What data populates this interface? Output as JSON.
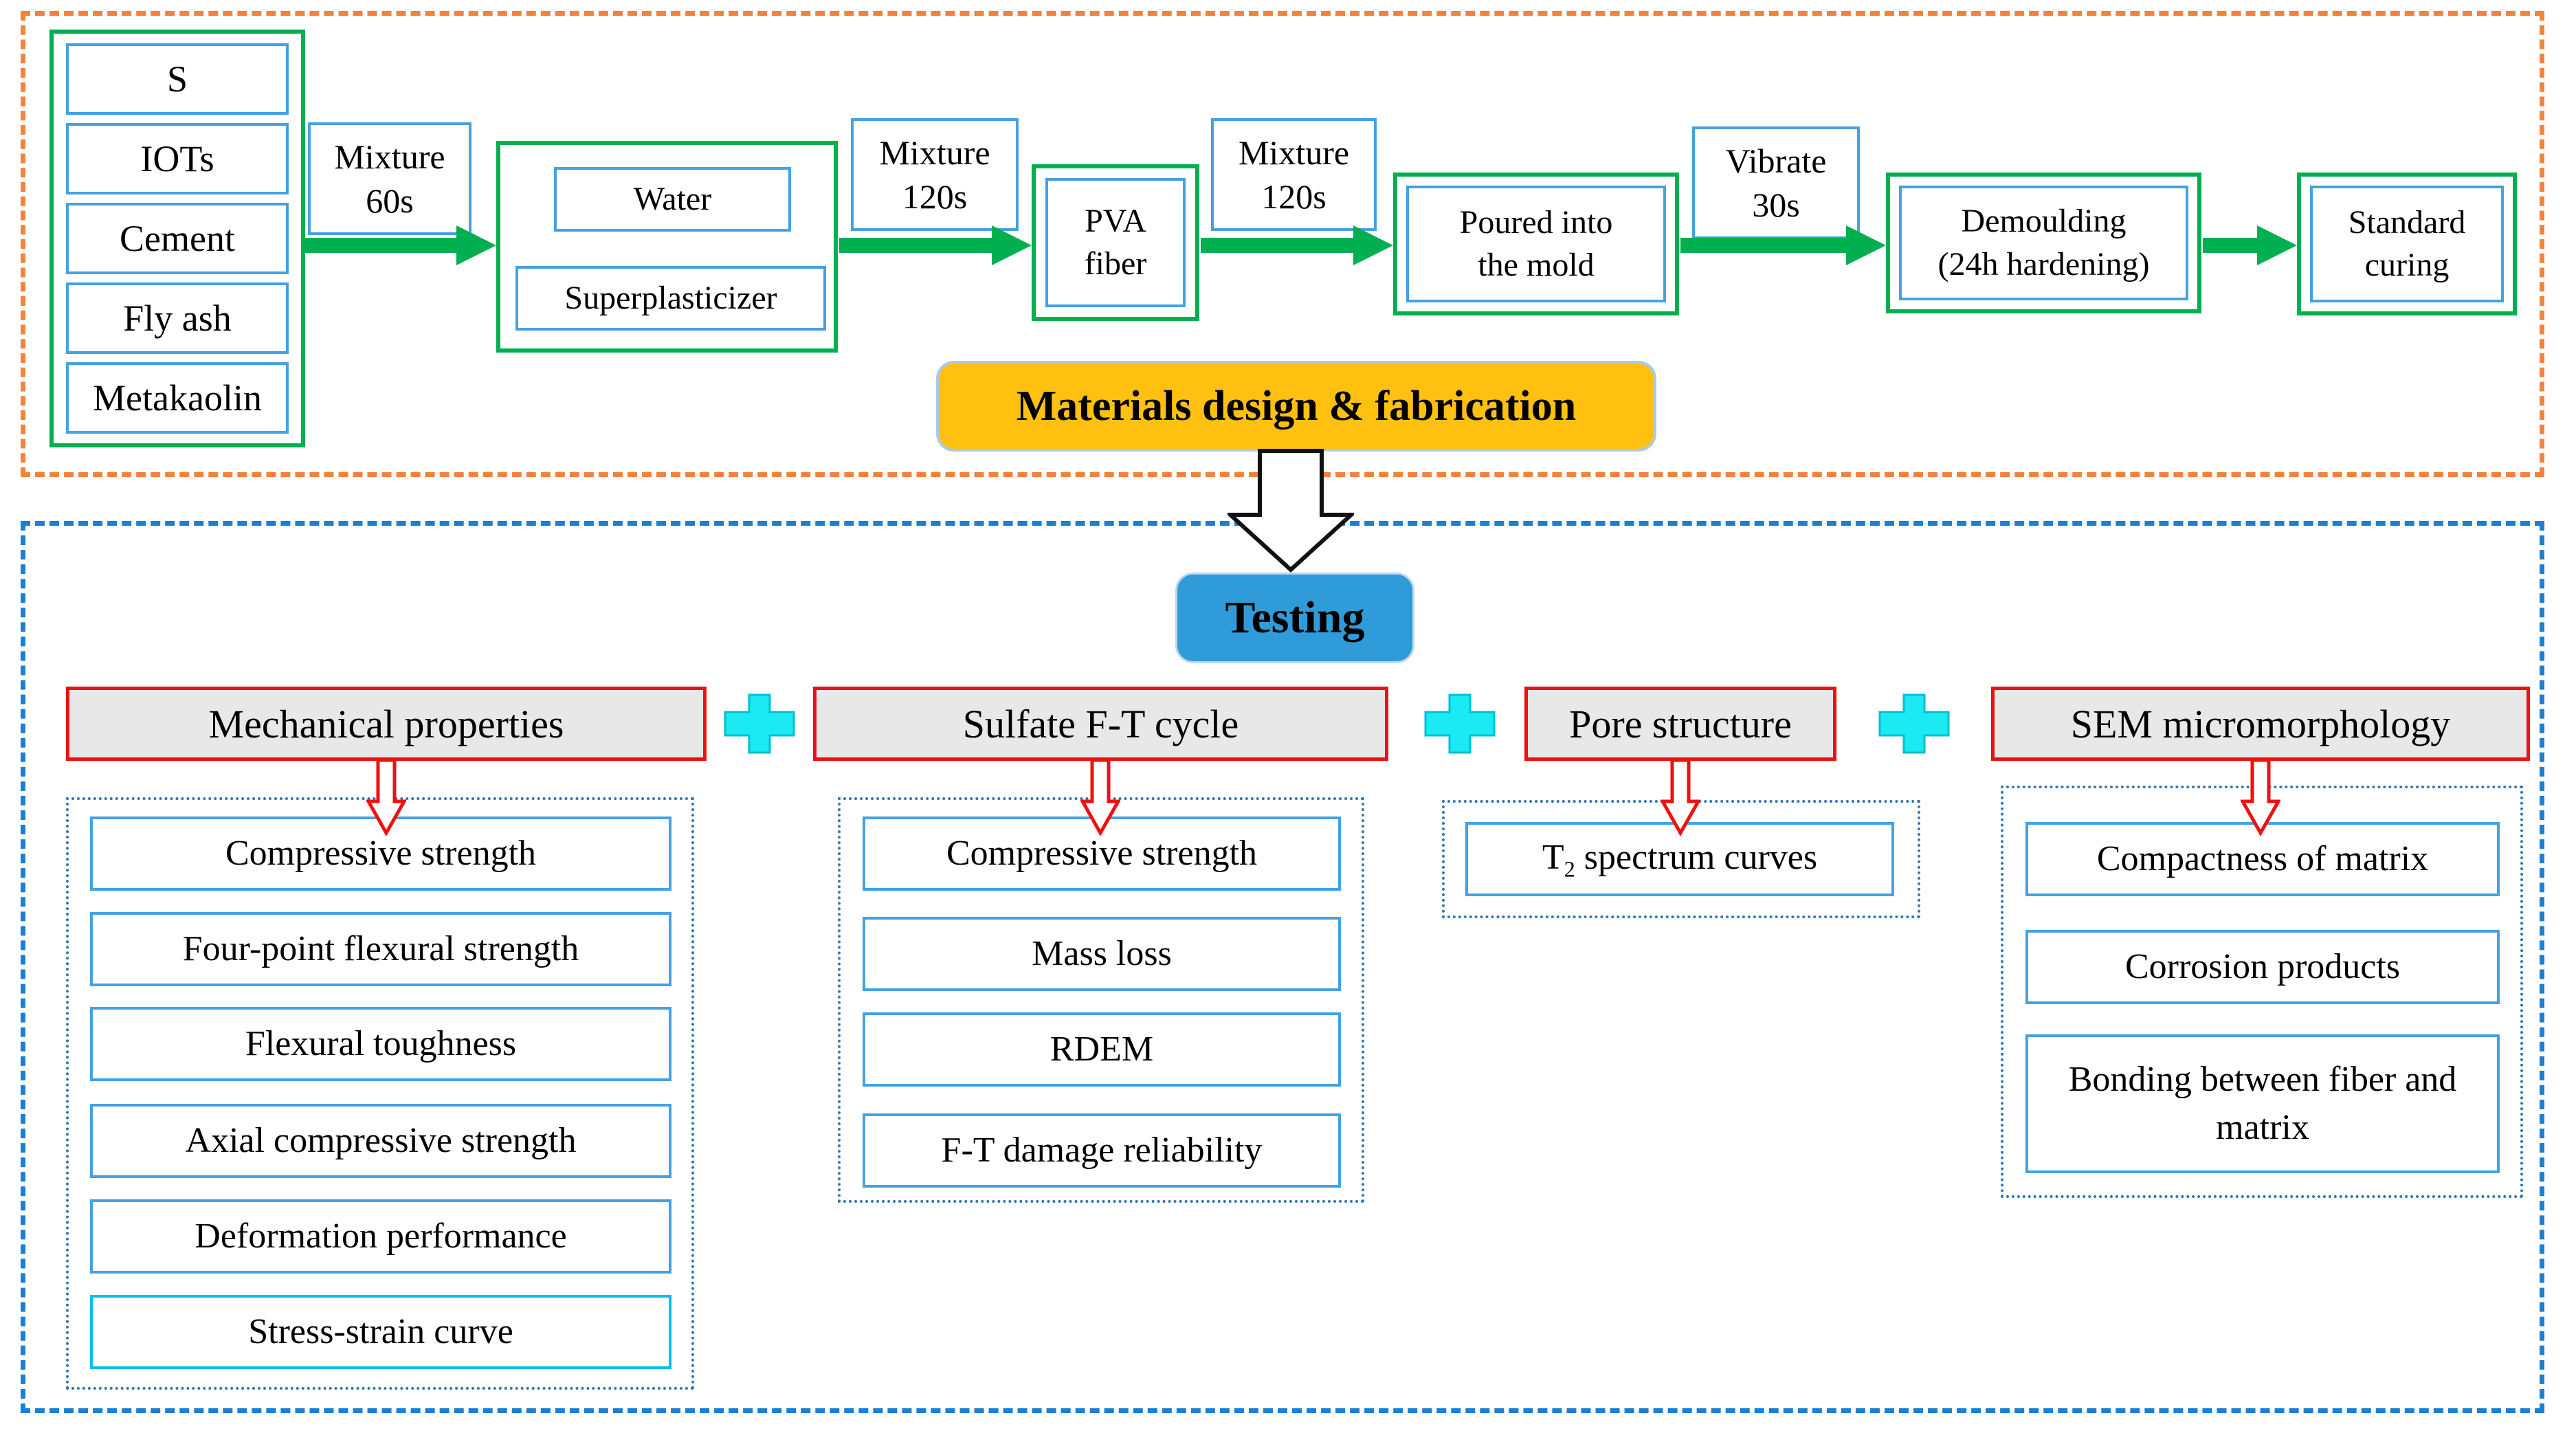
{
  "colors": {
    "green_flow": "#00AF50",
    "blue_box_border": "#44A1E4",
    "cyan_box_border": "#00BFF0",
    "red_accent": "#EE1111",
    "orange_dashed_border": "#F5823C",
    "blue_dashed_border": "#1B7FD4",
    "dotted_container_border": "#2E75B6",
    "header_gray_fill": "#E9E8E8",
    "gold_badge_fill": "#FFC010",
    "testing_badge_fill": "#2F9CD9",
    "plus_cyan": "#1BEAF2"
  },
  "fabrication": {
    "badge": "Materials design & fabrication",
    "ingredients": [
      "S",
      "IOTs",
      "Cement",
      "Fly ash",
      "Metakaolin"
    ],
    "mix_steps": [
      {
        "line1": "Mixture",
        "line2": "60s"
      },
      {
        "line1": "Mixture",
        "line2": "120s"
      },
      {
        "line1": "Mixture",
        "line2": "120s"
      },
      {
        "line1": "Vibrate",
        "line2": "30s"
      }
    ],
    "water_label": "Water",
    "superplasticizer_label": "Superplasticizer",
    "pva": {
      "line1": "PVA",
      "line2": "fiber"
    },
    "poured": {
      "line1": "Poured into",
      "line2": "the mold"
    },
    "demoulding": {
      "line1": "Demoulding",
      "line2": "(24h hardening)"
    },
    "curing": {
      "line1": "Standard",
      "line2": "curing"
    }
  },
  "testing": {
    "badge": "Testing",
    "columns": [
      {
        "header": "Mechanical properties",
        "items": [
          "Compressive strength",
          "Four-point flexural strength",
          "Flexural toughness",
          "Axial compressive strength",
          "Deformation performance",
          "Stress-strain curve"
        ]
      },
      {
        "header": "Sulfate F-T cycle",
        "items": [
          "Compressive strength",
          "Mass loss",
          "RDEM",
          "F-T damage reliability"
        ]
      },
      {
        "header": "Pore structure",
        "item_t2": {
          "prefix": "T",
          "sub": "2",
          "rest": " spectrum curves"
        }
      },
      {
        "header": "SEM micromorphology",
        "items": [
          "Compactness of matrix",
          "Corrosion products",
          "Bonding between fiber and matrix"
        ]
      }
    ]
  }
}
